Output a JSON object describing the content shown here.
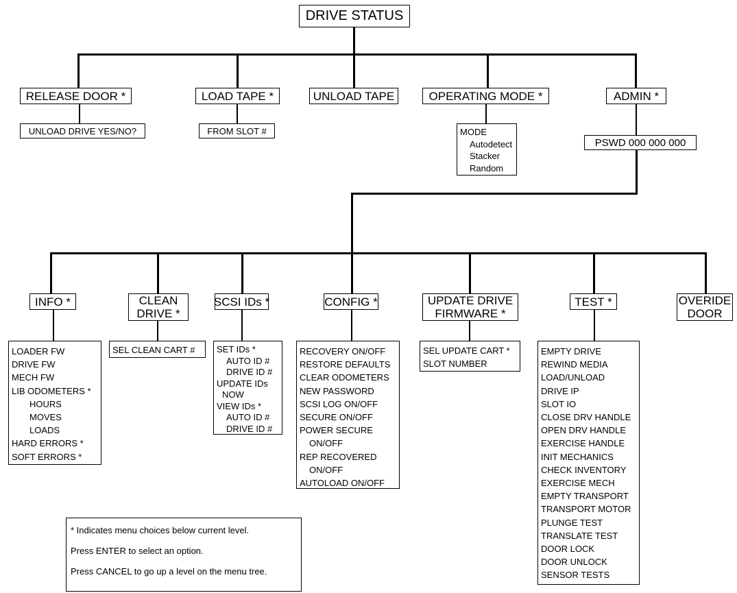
{
  "root": "DRIVE STATUS",
  "level1": {
    "release_door": "RELEASE DOOR *",
    "load_tape": "LOAD TAPE *",
    "unload_tape": "UNLOAD TAPE",
    "operating_mode": "OPERATING MODE  *",
    "admin": "ADMIN  *"
  },
  "release_door_sub": "UNLOAD DRIVE YES/NO?",
  "load_tape_sub": "FROM SLOT #",
  "operating_mode_sub": [
    "MODE",
    "Autodetect",
    "Stacker",
    "Random"
  ],
  "admin_sub": "PSWD 000 000 000",
  "level2": {
    "info": "INFO *",
    "clean_drive": [
      "CLEAN",
      "DRIVE  *"
    ],
    "scsi_ids": "SCSI IDs *",
    "config": "CONFIG *",
    "update_firmware": [
      "UPDATE DRIVE",
      "FIRMWARE *"
    ],
    "test": "TEST *",
    "override_door": [
      "OVERIDE",
      "DOOR"
    ]
  },
  "info_items": [
    "LOADER FW",
    "DRIVE FW",
    "MECH FW",
    "LIB ODOMETERS *",
    "HOURS",
    "MOVES",
    "LOADS",
    "HARD ERRORS *",
    "SOFT ERRORS *"
  ],
  "clean_items": [
    "SEL CLEAN CART #"
  ],
  "scsi_items": [
    "SET IDs *",
    "AUTO ID #",
    "DRIVE ID #",
    "UPDATE IDs",
    "NOW",
    "VIEW IDs *",
    "AUTO ID #",
    "DRIVE ID #"
  ],
  "config_items": [
    "RECOVERY ON/OFF",
    "RESTORE DEFAULTS",
    "CLEAR ODOMETERS",
    "NEW PASSWORD",
    "SCSI LOG ON/OFF",
    "SECURE ON/OFF",
    "POWER SECURE",
    "ON/OFF",
    "REP RECOVERED",
    "ON/OFF",
    "AUTOLOAD ON/OFF"
  ],
  "firmware_items": [
    "SEL UPDATE CART *",
    "SLOT NUMBER"
  ],
  "test_items": [
    "EMPTY DRIVE",
    "REWIND MEDIA",
    "LOAD/UNLOAD",
    "DRIVE IP",
    "SLOT IO",
    "CLOSE DRV HANDLE",
    "OPEN DRV HANDLE",
    "EXERCISE HANDLE",
    "INIT MECHANICS",
    "CHECK INVENTORY",
    "EXERCISE MECH",
    "EMPTY TRANSPORT",
    "TRANSPORT MOTOR",
    "PLUNGE TEST",
    "TRANSLATE TEST",
    "DOOR LOCK",
    "DOOR UNLOCK",
    "SENSOR TESTS"
  ],
  "legend": [
    "* Indicates menu choices below current level.",
    "Press ENTER to select an option.",
    "Press CANCEL to go up a level on the menu tree."
  ]
}
